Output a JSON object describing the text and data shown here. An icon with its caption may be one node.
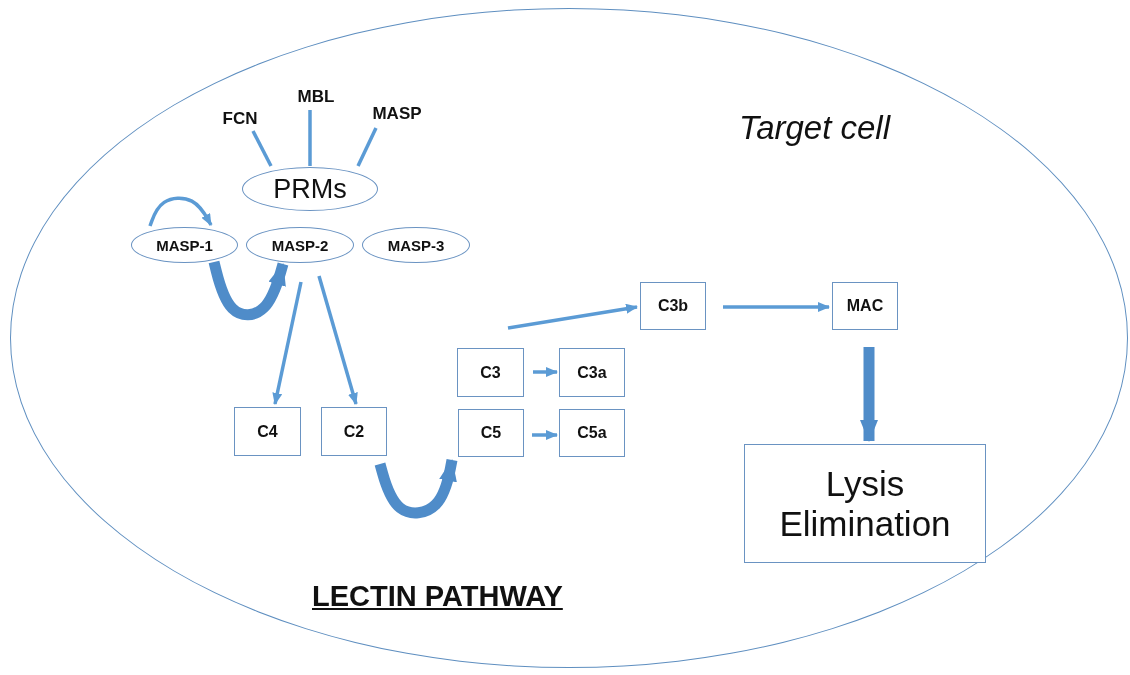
{
  "diagram": {
    "title": "LECTIN PATHWAY",
    "nodes": [
      {
        "text": [
          "Target cell"
        ]
      },
      {
        "text": [
          "FCN"
        ],
        "in": 0
      },
      {
        "text": [
          "MBL"
        ],
        "in": 0
      },
      {
        "text": [
          "MASP"
        ],
        "in": 0
      },
      {
        "text": [
          "PRMs"
        ],
        "in": 0
      },
      {
        "text": [
          "MASP-1"
        ],
        "in": 0
      },
      {
        "text": [
          "MASP-2"
        ],
        "in": 0
      },
      {
        "text": [
          "MASP-3"
        ],
        "in": 0
      },
      {
        "text": [
          "C4"
        ],
        "in": 0
      },
      {
        "text": [
          "C2"
        ],
        "in": 0
      },
      {
        "text": [
          "C3"
        ],
        "in": 0
      },
      {
        "text": [
          "C3a"
        ],
        "in": 0
      },
      {
        "text": [
          "C5"
        ],
        "in": 0
      },
      {
        "text": [
          "C5a"
        ],
        "in": 0
      },
      {
        "text": [
          "C3b"
        ],
        "in": 0
      },
      {
        "text": [
          "MAC"
        ],
        "in": 0
      },
      {
        "text": [
          "Lysis Elimination"
        ],
        "in": 0
      }
    ],
    "edges": [
      {
        "from": 1,
        "to": 4,
        "arrow": "none"
      },
      {
        "from": 2,
        "to": 4,
        "arrow": "none"
      },
      {
        "from": 3,
        "to": 4,
        "arrow": "none"
      },
      {
        "from": 5,
        "to": 6,
        "arrow": "to"
      },
      {
        "from": 5,
        "to": 6,
        "arrow": "to",
        "style": "thick"
      },
      {
        "from": 6,
        "to": 8,
        "arrow": "to"
      },
      {
        "from": 6,
        "to": 9,
        "arrow": "to"
      },
      {
        "from": 9,
        "to": 12,
        "arrow": "to",
        "style": "thick"
      },
      {
        "from": 10,
        "to": 11,
        "arrow": "to"
      },
      {
        "from": 12,
        "to": 13,
        "arrow": "to"
      },
      {
        "from": 10,
        "to": 14,
        "arrow": "to"
      },
      {
        "from": 14,
        "to": 15,
        "arrow": "to"
      },
      {
        "from": 15,
        "to": 16,
        "arrow": "to",
        "style": "thick"
      }
    ]
  }
}
